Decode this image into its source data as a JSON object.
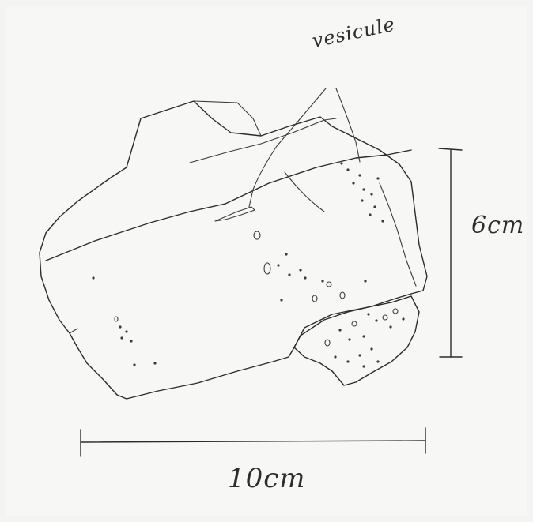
{
  "annotations": {
    "vesicule_label": "vesicule",
    "height_label": "6cm",
    "width_label": "10cm"
  },
  "colors": {
    "paper": "#f4f4f2",
    "ink": "#2b2b2b"
  }
}
